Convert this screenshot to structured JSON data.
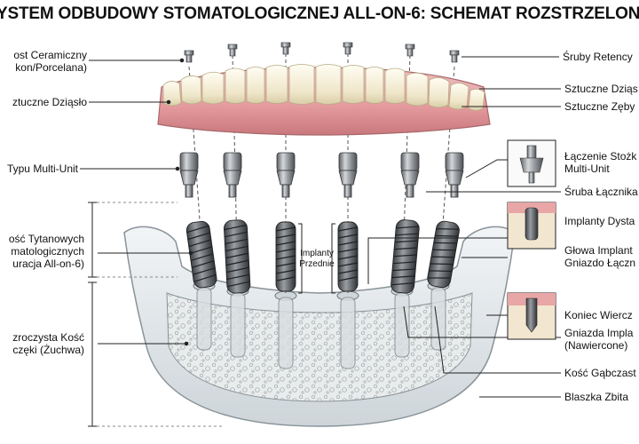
{
  "title": "YSTEM ODBUDOWY STOMATOLOGICZNEJ ALL-ON-6: SCHEMAT ROZSTRZELON",
  "labels_left": [
    {
      "id": "ceramic",
      "line1": "ost Ceramiczny",
      "line2": "kon/Porcelana)"
    },
    {
      "id": "gum",
      "line1": "ztuczne Dziąsło"
    },
    {
      "id": "multiunit",
      "line1": "Typu Multi-Unit"
    },
    {
      "id": "titanium",
      "line1": "ość Tytanowych",
      "line2": "matologicznych",
      "line3": "uracja All-on-6)"
    },
    {
      "id": "jaw",
      "line1": "zroczysta Kość",
      "line2": "częki (Żuchwa)"
    }
  ],
  "labels_right": [
    {
      "id": "screws",
      "line1": "Śruby Retency"
    },
    {
      "id": "r_gum",
      "line1": "Sztuczne Dziąs"
    },
    {
      "id": "r_teeth",
      "line1": "Sztuczne Zęby"
    },
    {
      "id": "connection",
      "line1": "Łączenie Stożk",
      "line2": "Multi-Unit"
    },
    {
      "id": "conn_screw",
      "line1": "Śruba Łącznika"
    },
    {
      "id": "distal",
      "line1": "Implanty Dysta"
    },
    {
      "id": "head",
      "line1": "Głowa Implant",
      "line2": "Gniazdo Łączn"
    },
    {
      "id": "tip",
      "line1": "Koniec Wiercz"
    },
    {
      "id": "socket",
      "line1": "Gniazda Impla",
      "line2": "(Nawiercone)"
    },
    {
      "id": "cancellous",
      "line1": "Kość Gąbczast"
    },
    {
      "id": "cortical",
      "line1": "Blaszka Zbita"
    }
  ],
  "center_label": {
    "line1": "Implanty",
    "line2": "Przednie"
  },
  "colors": {
    "gum": "#e4a3a6",
    "tooth": "#f5edd5",
    "titanium": "#8d9196",
    "bone": "#e6ebee",
    "line": "#333333"
  }
}
